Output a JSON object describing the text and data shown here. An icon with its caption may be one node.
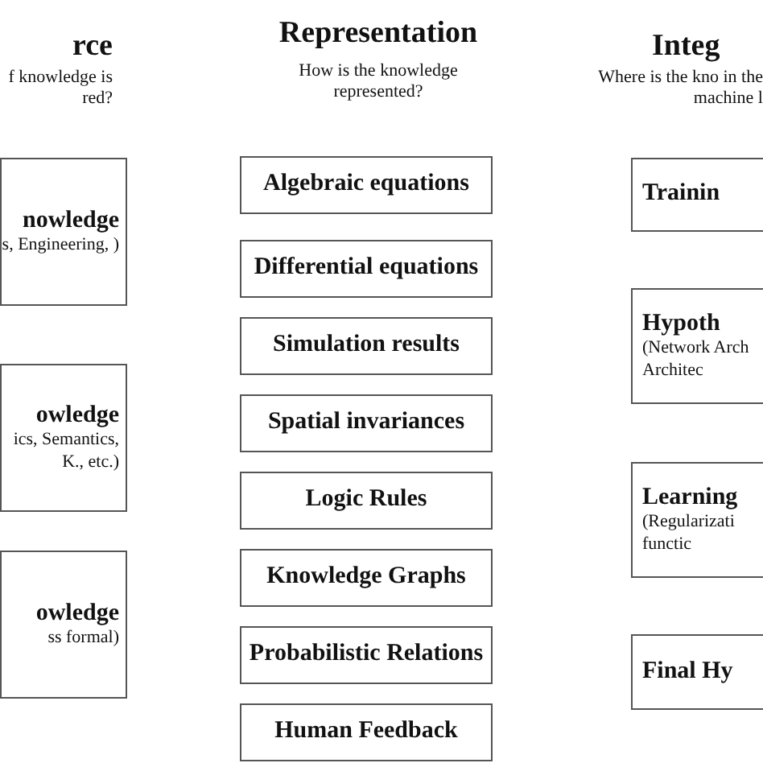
{
  "diagram": {
    "nodes": [
      {
        "text": [
          "nowledge",
          "s, Engineering, )"
        ]
      },
      {
        "text": [
          "owledge",
          "ics, Semantics, K., etc.)"
        ]
      },
      {
        "text": [
          "owledge",
          "ss formal)"
        ]
      },
      {
        "text": [
          "Algebraic equations"
        ]
      },
      {
        "text": [
          "Differential equations"
        ]
      },
      {
        "text": [
          "Simulation results"
        ]
      },
      {
        "text": [
          "Spatial invariances"
        ]
      },
      {
        "text": [
          "Logic Rules"
        ]
      },
      {
        "text": [
          "Knowledge Graphs"
        ]
      },
      {
        "text": [
          "Probabilistic Relations"
        ]
      },
      {
        "text": [
          "Human Feedback"
        ]
      },
      {
        "text": [
          "Trainin"
        ]
      },
      {
        "text": [
          "Hypoth",
          "(Network Arch Architec"
        ]
      },
      {
        "text": [
          "Learning",
          "(Regularizati functic"
        ]
      },
      {
        "text": [
          "Final Hy"
        ]
      }
    ],
    "edges": [],
    "labels": [
      "rce",
      "f knowledge is red?",
      "Representation",
      "How is the knowledge represented?",
      "Integ",
      "Where is the kno in the machine l"
    ]
  }
}
